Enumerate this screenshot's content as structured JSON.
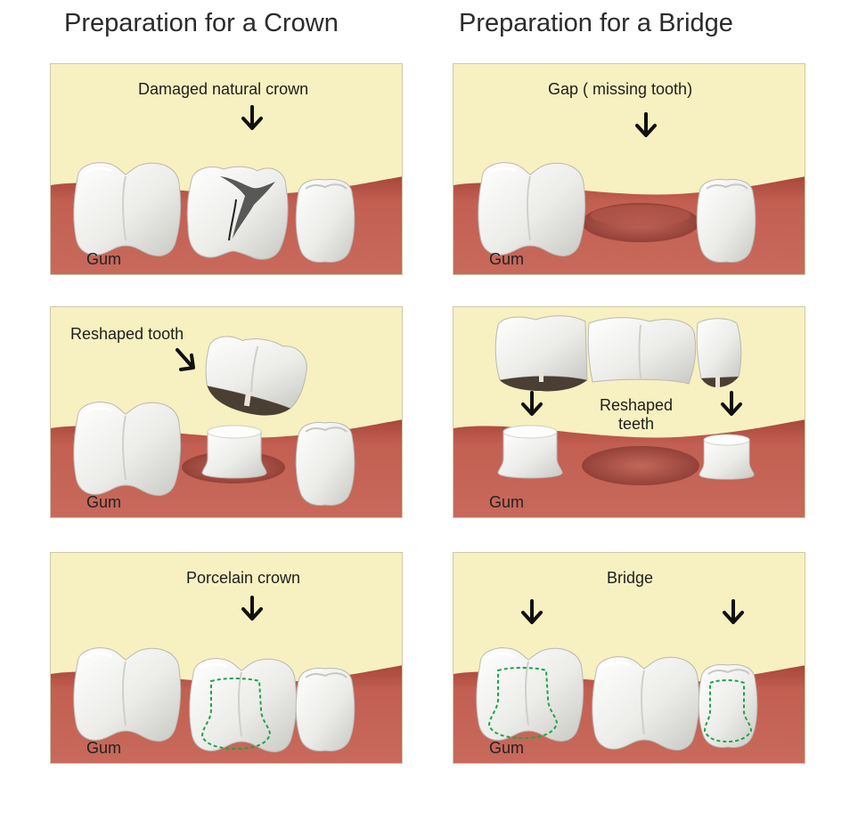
{
  "titles": {
    "crown": "Preparation for a Crown",
    "bridge": "Preparation for a Bridge"
  },
  "panels": {
    "crown_1": {
      "label": "Damaged natural crown",
      "gum": "Gum"
    },
    "crown_2": {
      "label": "Reshaped tooth",
      "gum": "Gum"
    },
    "crown_3": {
      "label": "Porcelain crown",
      "gum": "Gum"
    },
    "bridge_1": {
      "label": "Gap ( missing tooth)",
      "gum": "Gum"
    },
    "bridge_2": {
      "label_line1": "Reshaped",
      "label_line2": "teeth",
      "gum": "Gum"
    },
    "bridge_3": {
      "label": "Bridge",
      "gum": "Gum"
    }
  },
  "colors": {
    "background": "#f7f0c0",
    "gum": "#b8574b",
    "gum_dark": "#8f3b32",
    "tooth": "#f2f2f0",
    "outline": "#1fa34a"
  },
  "icons": [
    "down-arrow-icon",
    "diagonal-arrow-icon"
  ]
}
